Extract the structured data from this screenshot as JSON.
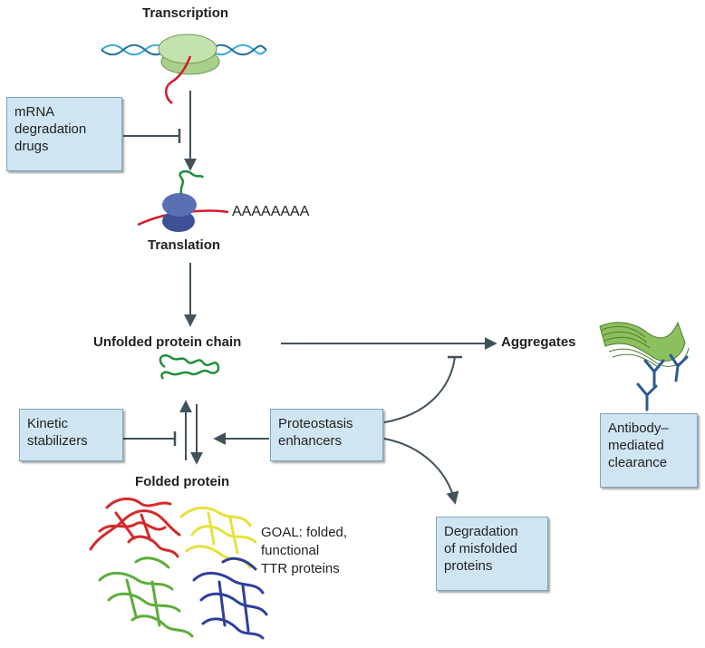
{
  "stages": {
    "transcription": "Transcription",
    "polya": "AAAAAAAA",
    "translation": "Translation",
    "unfolded": "Unfolded protein chain",
    "aggregates": "Aggregates",
    "folded": "Folded protein"
  },
  "boxes": {
    "mrna": [
      "mRNA",
      "degradation",
      "drugs"
    ],
    "kinetic": [
      "Kinetic",
      "stabilizers"
    ],
    "proteostasis": [
      "Proteostasis",
      "enhancers"
    ],
    "degradation": [
      "Degradation",
      "of misfolded",
      "proteins"
    ],
    "antibody": [
      "Antibody–",
      "mediated",
      "clearance"
    ]
  },
  "goal": [
    "GOAL: folded,",
    "functional",
    "TTR proteins"
  ],
  "colors": {
    "arrow": "#41525c",
    "box_fill": "#cfe6f2",
    "dna": "#3aa8d8",
    "polymerase": "#b9dca0",
    "mrna": "#d7192f",
    "ribosome": "#4d62a8",
    "peptide": "#1d8f3a",
    "fibril": "#8cc05c",
    "antibody": "#2b5b8f",
    "protein_red": "#d42a2a",
    "protein_yellow": "#e6e23c",
    "protein_green": "#5cae3a",
    "protein_blue": "#2f3f9c"
  }
}
